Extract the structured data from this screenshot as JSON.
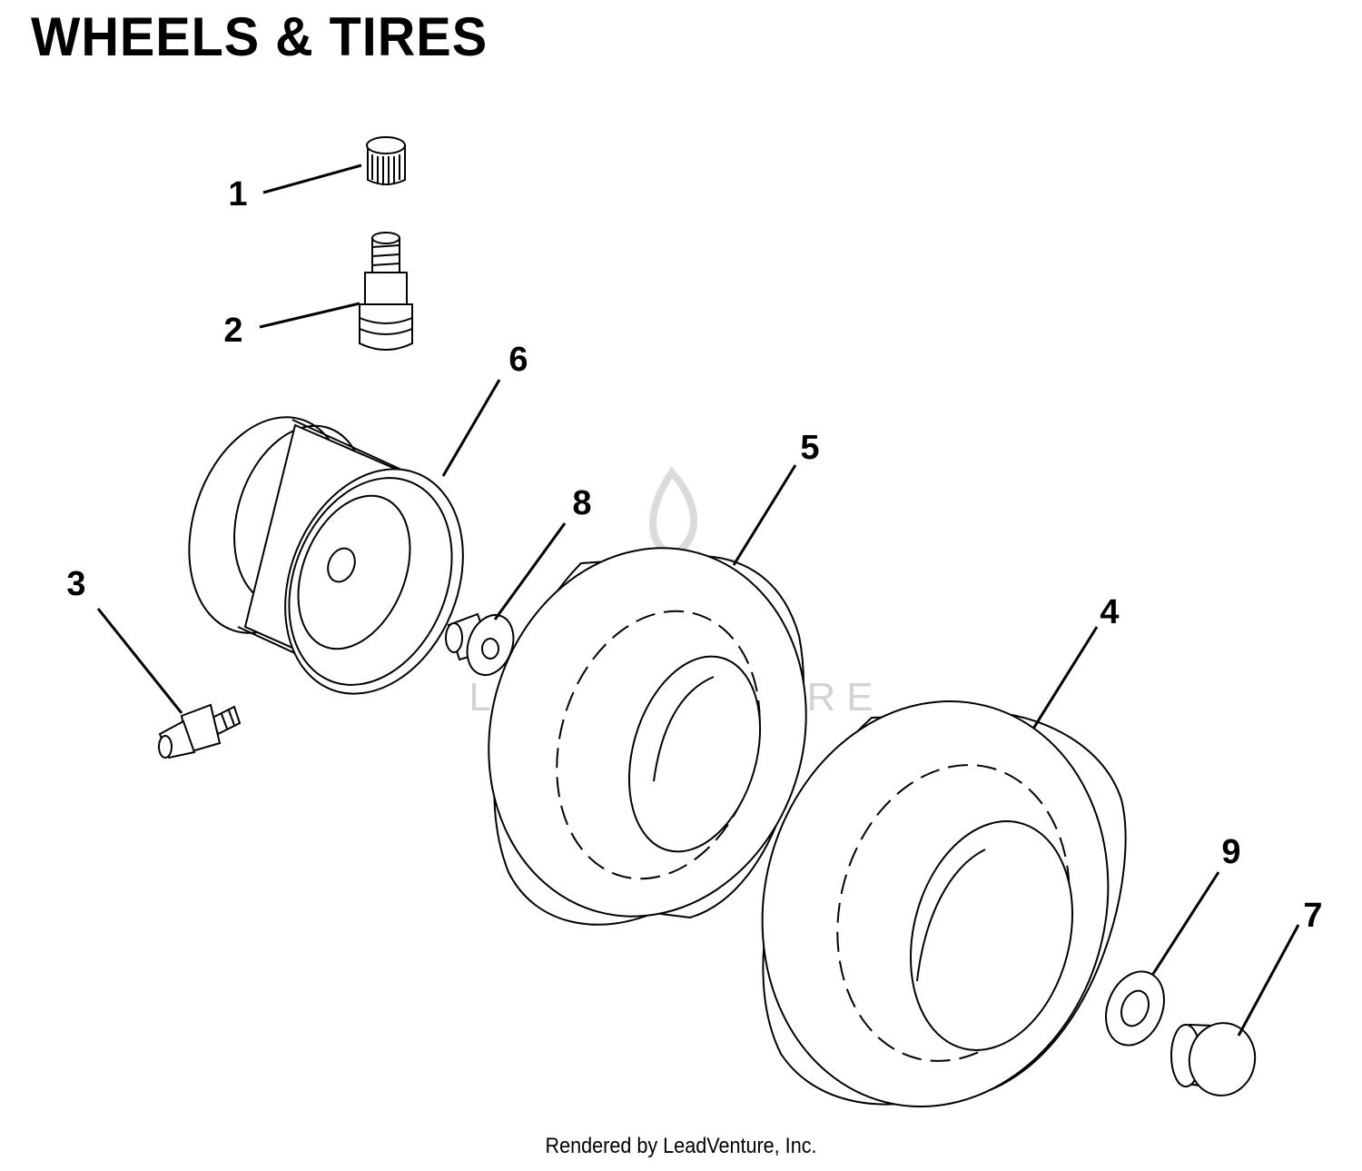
{
  "title": "WHEELS & TIRES",
  "footer": "Rendered by LeadVenture, Inc.",
  "watermark": {
    "text": "LEADVENTURE",
    "color": "#cfcfcf"
  },
  "callouts": [
    {
      "id": "1",
      "part": "valve-cap"
    },
    {
      "id": "2",
      "part": "valve-stem"
    },
    {
      "id": "3",
      "part": "grease-fitting"
    },
    {
      "id": "4",
      "part": "rear-tire"
    },
    {
      "id": "5",
      "part": "front-tire"
    },
    {
      "id": "6",
      "part": "wheel-rim"
    },
    {
      "id": "7",
      "part": "hub-cap"
    },
    {
      "id": "8",
      "part": "bushing"
    },
    {
      "id": "9",
      "part": "washer"
    }
  ]
}
